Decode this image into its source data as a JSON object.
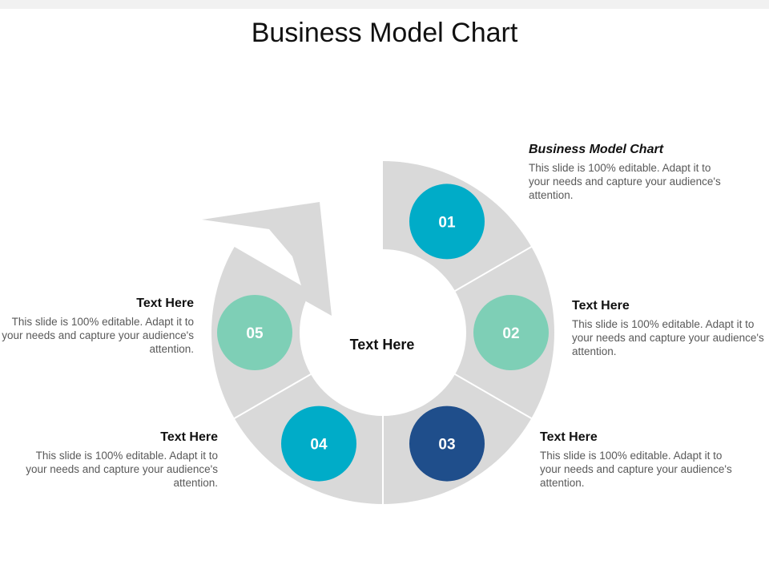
{
  "title": "Business Model Chart",
  "center_label": "Text Here",
  "colors": {
    "segment_fill": "#d9d9d9",
    "segment_divider": "#ffffff",
    "teal": "#00acc8",
    "mint": "#7ecfb6",
    "navy": "#1f4e8b",
    "heading_text": "#111111",
    "body_text": "#595959"
  },
  "steps": [
    {
      "number": "01",
      "color": "#00acc8",
      "heading": "Business Model Chart",
      "text": "This slide is 100% editable. Adapt it to your needs and capture your audience's attention."
    },
    {
      "number": "02",
      "color": "#7ecfb6",
      "heading": "Text Here",
      "text": "This slide is 100% editable. Adapt it to your needs and capture your audience's attention."
    },
    {
      "number": "03",
      "color": "#1f4e8b",
      "heading": "Text Here",
      "text": "This slide is 100% editable. Adapt it to your needs and capture your audience's attention."
    },
    {
      "number": "04",
      "color": "#00acc8",
      "heading": "Text Here",
      "text": "This slide is 100% editable. Adapt it to your needs and capture your audience's attention."
    },
    {
      "number": "05",
      "color": "#7ecfb6",
      "heading": "Text Here",
      "text": "This slide is 100% editable. Adapt it to your needs and capture your audience's attention."
    }
  ]
}
